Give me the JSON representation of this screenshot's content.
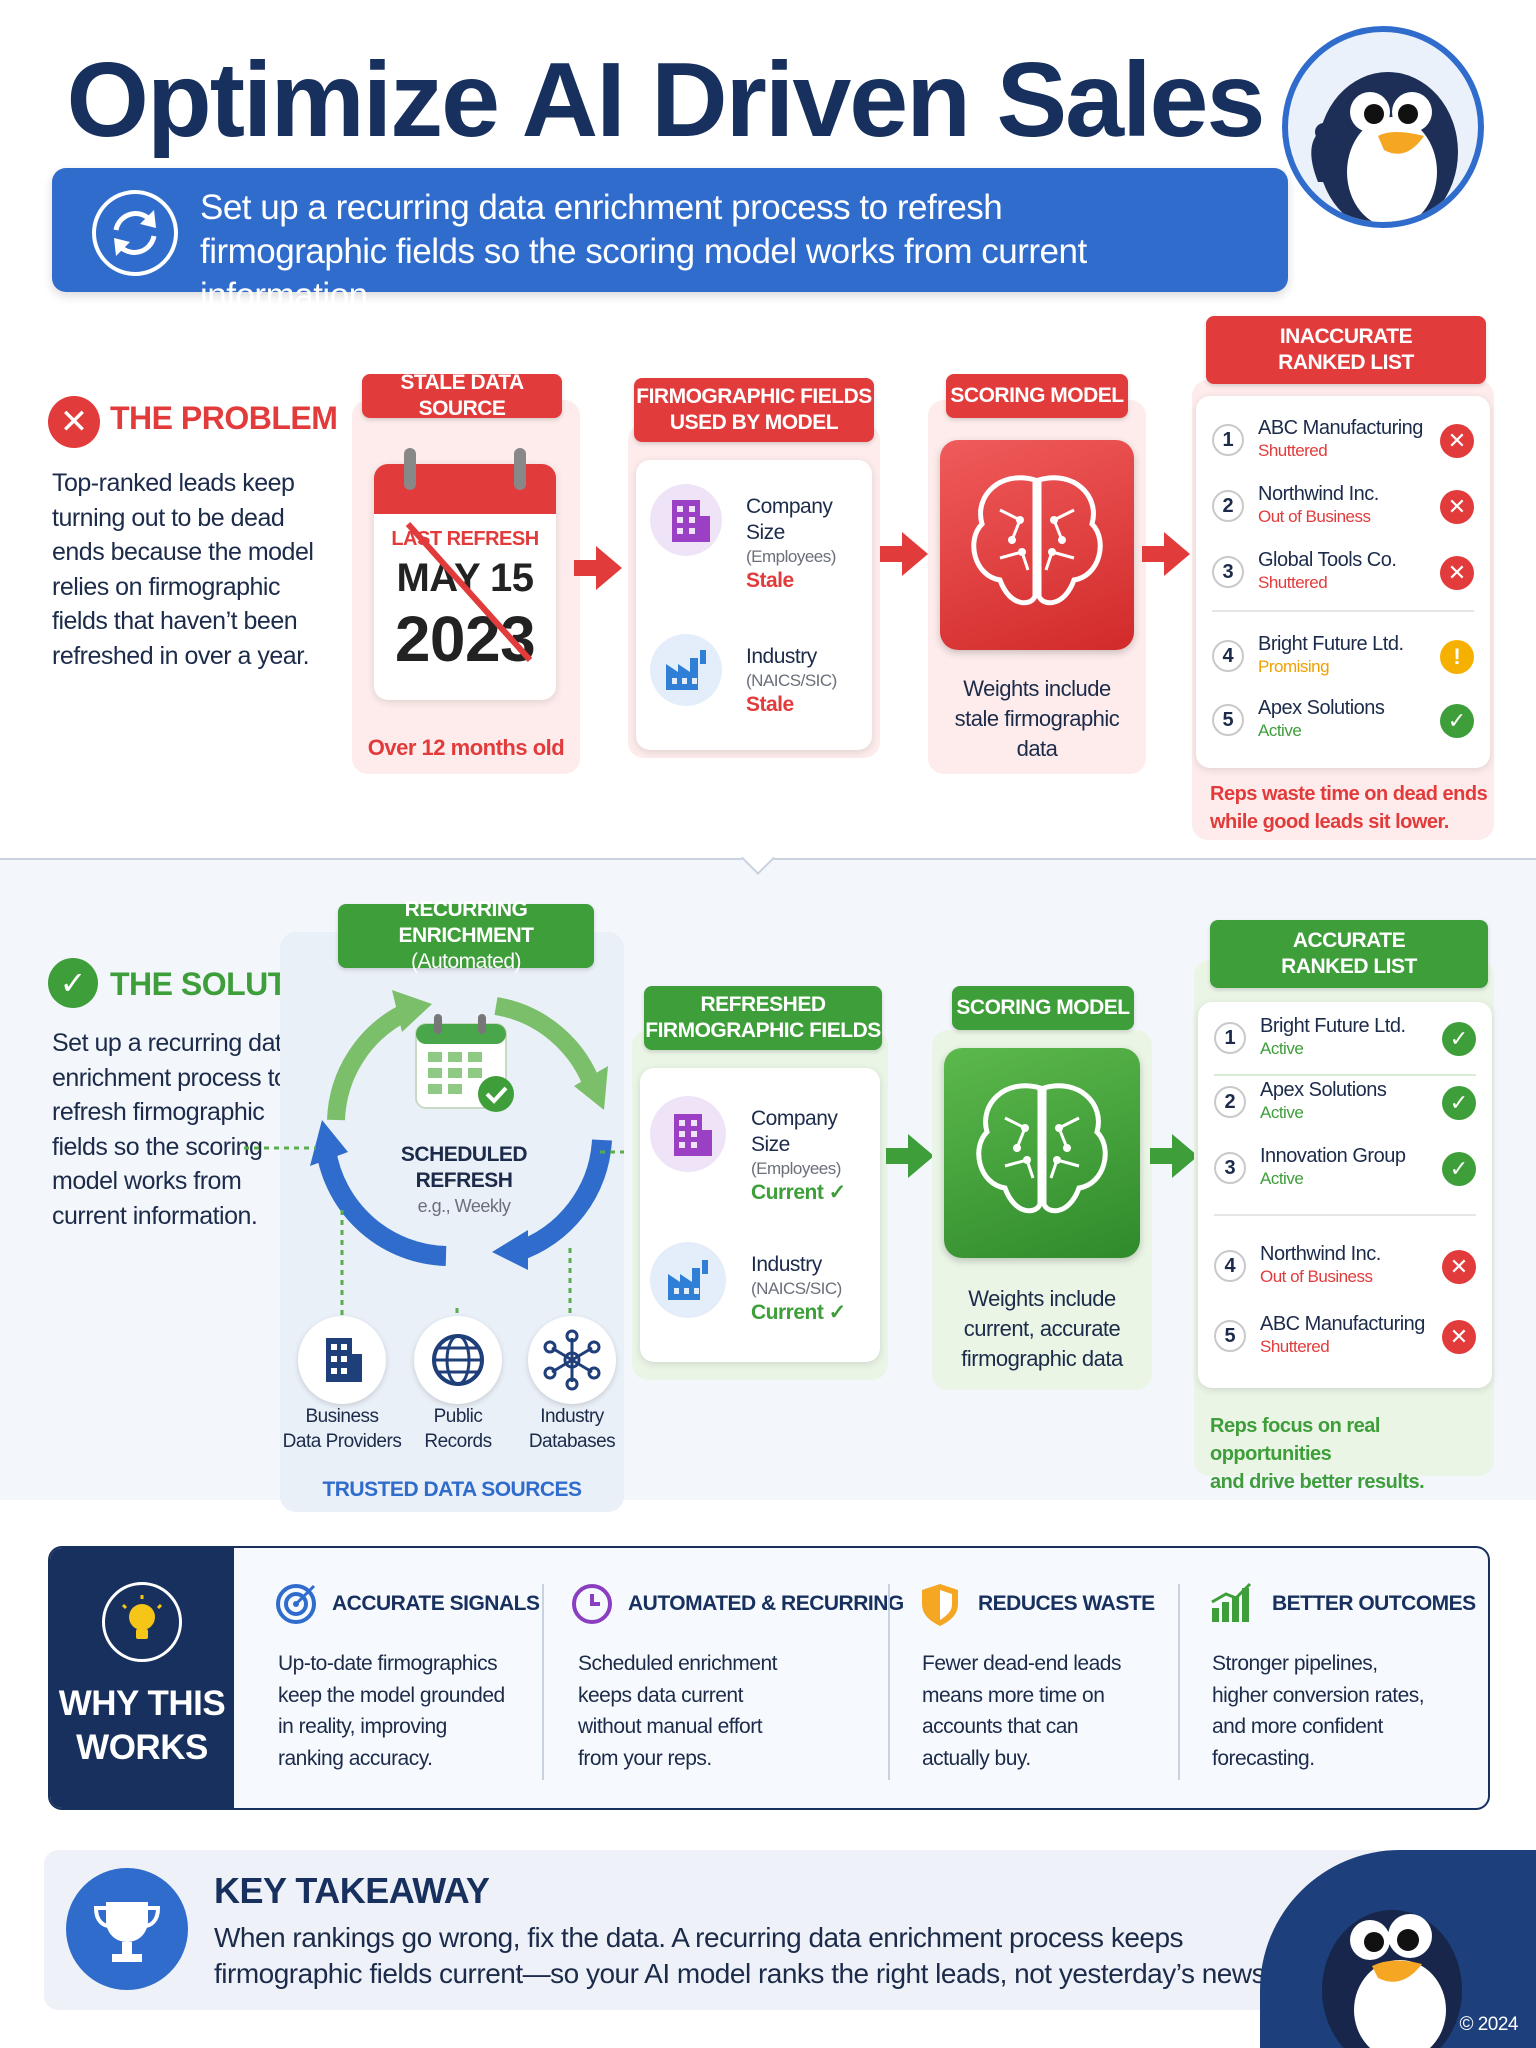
{
  "header": {
    "title": "Optimize AI Driven Sales",
    "subtitle_line1": "Set up a recurring data enrichment process to refresh",
    "subtitle_line2": "firmographic fields so the scoring model works from current information"
  },
  "problem": {
    "heading": "THE PROBLEM",
    "body_lines": [
      "Top-ranked leads keep",
      "turning out to be dead",
      "ends because the model",
      "relies on firmographic",
      "fields that haven’t been",
      "refreshed in over a year."
    ],
    "stale_source": {
      "label": "STALE DATA SOURCE",
      "calendar_label": "LAST REFRESH",
      "calendar_date": "MAY 15",
      "calendar_year": "2023",
      "footnote": "Over 12 months old"
    },
    "fields": {
      "label_line1": "FIRMOGRAPHIC FIELDS",
      "label_line2": "USED BY MODEL",
      "items": [
        {
          "name": "Company Size",
          "sub": "(Employees)",
          "status": "Stale"
        },
        {
          "name": "Industry",
          "sub": "(NAICS/SIC)",
          "status": "Stale"
        }
      ]
    },
    "model": {
      "label": "SCORING MODEL",
      "caption_lines": [
        "Weights include",
        "stale firmographic",
        "data"
      ]
    },
    "ranked": {
      "label_line1": "INACCURATE",
      "label_line2": "RANKED LIST",
      "items": [
        {
          "rank": "1",
          "name": "ABC Manufacturing",
          "status": "Shuttered",
          "badge": "✕"
        },
        {
          "rank": "2",
          "name": "Northwind Inc.",
          "status": "Out of Business",
          "badge": "✕"
        },
        {
          "rank": "3",
          "name": "Global Tools Co.",
          "status": "Shuttered",
          "badge": "✕"
        },
        {
          "rank": "4",
          "name": "Bright Future Ltd.",
          "status": "Promising",
          "badge": "!"
        },
        {
          "rank": "5",
          "name": "Apex Solutions",
          "status": "Active",
          "badge": "✓"
        }
      ],
      "note_line1": "Reps waste time on dead ends",
      "note_line2": "while good leads sit lower."
    }
  },
  "solution": {
    "heading": "THE SOLUTION",
    "body_lines": [
      "Set up a recurring data",
      "enrichment process to",
      "refresh firmographic",
      "fields so the scoring",
      "model works from",
      "current information."
    ],
    "enrichment": {
      "label_line1": "RECURRING ENRICHMENT",
      "label_line2": "(Automated)",
      "center_line1": "SCHEDULED",
      "center_line2": "REFRESH",
      "center_sub": "e.g., Weekly",
      "sources": [
        {
          "line1": "Business",
          "line2": "Data Providers"
        },
        {
          "line1": "Public",
          "line2": "Records"
        },
        {
          "line1": "Industry",
          "line2": "Databases"
        }
      ],
      "sources_label": "TRUSTED DATA SOURCES"
    },
    "fields": {
      "label_line1": "REFRESHED",
      "label_line2": "FIRMOGRAPHIC FIELDS",
      "items": [
        {
          "name": "Company Size",
          "sub": "(Employees)",
          "status": "Current ✓"
        },
        {
          "name": "Industry",
          "sub": "(NAICS/SIC)",
          "status": "Current ✓"
        }
      ]
    },
    "model": {
      "label": "SCORING MODEL",
      "caption_lines": [
        "Weights include",
        "current, accurate",
        "firmographic data"
      ]
    },
    "ranked": {
      "label_line1": "ACCURATE",
      "label_line2": "RANKED LIST",
      "items": [
        {
          "rank": "1",
          "name": "Bright Future Ltd.",
          "status": "Active",
          "badge": "✓"
        },
        {
          "rank": "2",
          "name": "Apex Solutions",
          "status": "Active",
          "badge": "✓"
        },
        {
          "rank": "3",
          "name": "Innovation Group",
          "status": "Active",
          "badge": "✓"
        },
        {
          "rank": "4",
          "name": "Northwind Inc.",
          "status": "Out of Business",
          "badge": "✕"
        },
        {
          "rank": "5",
          "name": "ABC Manufacturing",
          "status": "Shuttered",
          "badge": "✕"
        }
      ],
      "note_line1": "Reps focus on real opportunities",
      "note_line2": "and drive better results."
    }
  },
  "why": {
    "heading_line1": "WHY THIS",
    "heading_line2": "WORKS",
    "cols": [
      {
        "title": "ACCURATE SIGNALS",
        "lines": [
          "Up-to-date firmographics",
          "keep the model grounded",
          "in reality, improving",
          "ranking accuracy."
        ]
      },
      {
        "title": "AUTOMATED & RECURRING",
        "lines": [
          "Scheduled enrichment",
          "keeps data current",
          "without manual effort",
          "from your reps."
        ]
      },
      {
        "title": "REDUCES WASTE",
        "lines": [
          "Fewer dead-end leads",
          "means more time on",
          "accounts that can",
          "actually buy."
        ]
      },
      {
        "title": "BETTER OUTCOMES",
        "lines": [
          "Stronger pipelines,",
          "higher conversion rates,",
          "and more confident",
          "forecasting."
        ]
      }
    ]
  },
  "takeaway": {
    "heading": "KEY TAKEAWAY",
    "line1": "When rankings go wrong, fix the data. A recurring data enrichment process keeps",
    "line2": "firmographic fields current—so your AI model ranks the right leads, not yesterday’s news."
  },
  "footer": {
    "copyright": "© 2024"
  },
  "colors": {
    "navy": "#17305e",
    "blue": "#2f6ccc",
    "red": "#e23b3b",
    "green": "#3e9e3a",
    "orange": "#f5b000"
  }
}
